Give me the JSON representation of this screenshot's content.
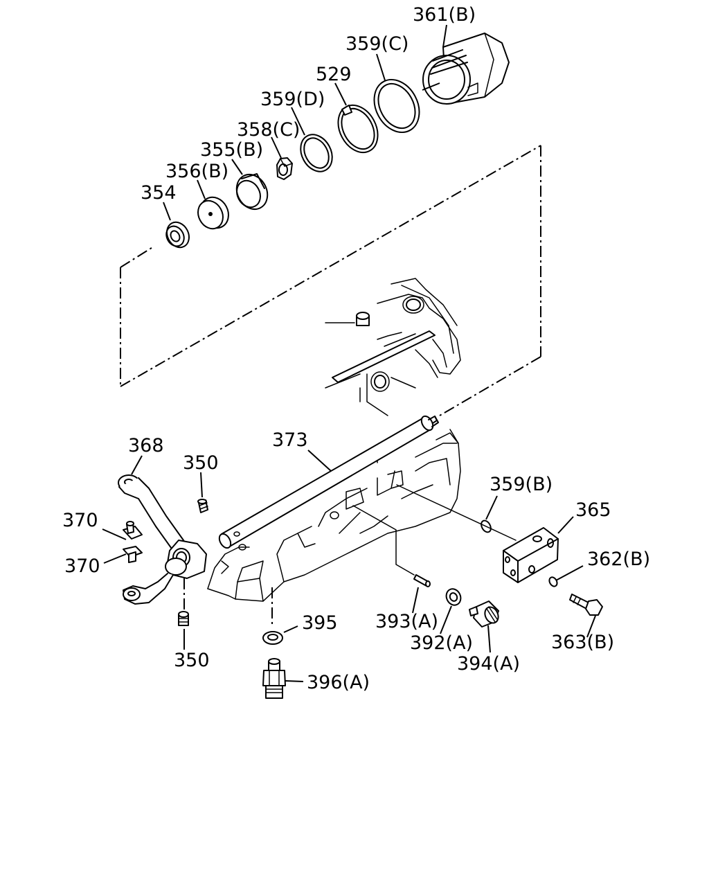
{
  "labels": {
    "p361b": "361(B)",
    "p359c": "359(C)",
    "p529": "529",
    "p359d": "359(D)",
    "p358c": "358(C)",
    "p355b": "355(B)",
    "p356b": "356(B)",
    "p354": "354",
    "p373": "373",
    "p368": "368",
    "p350_top": "350",
    "p370_top": "370",
    "p370_bot": "370",
    "p350_bot": "350",
    "p359b": "359(B)",
    "p365": "365",
    "p362b": "362(B)",
    "p363b": "363(B)",
    "p393a": "393(A)",
    "p392a": "392(A)",
    "p394a": "394(A)",
    "p395": "395",
    "p396a": "396(A)"
  }
}
